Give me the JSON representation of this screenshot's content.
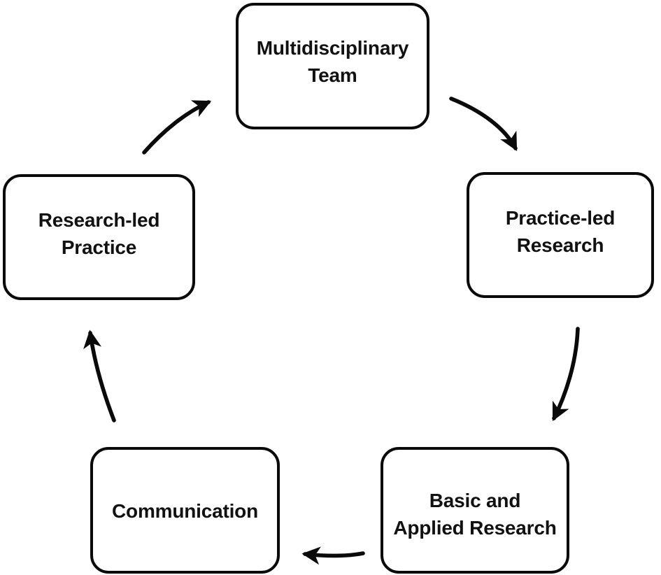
{
  "diagram": {
    "type": "cycle-flow-diagram",
    "title": "",
    "orientation": "clockwise",
    "colors": {
      "stroke": "#0a0a0a",
      "text": "#111111",
      "background": "#ffffff"
    },
    "nodes": [
      {
        "id": "multidisciplinary-team",
        "label": "Multidisciplinary\nTeam",
        "position": "top"
      },
      {
        "id": "practice-led-research",
        "label": "Practice-led\nResearch",
        "position": "right"
      },
      {
        "id": "basic-and-applied-research",
        "label": "Basic and\nApplied Research",
        "position": "bottom-right"
      },
      {
        "id": "communication",
        "label": "Communication",
        "position": "bottom-left"
      },
      {
        "id": "research-led-practice",
        "label": "Research-led\nPractice",
        "position": "left"
      }
    ],
    "edges": [
      {
        "id": "edge-team-to-practice-led",
        "from": "multidisciplinary-team",
        "to": "practice-led-research",
        "style": "curved-arrow",
        "direction": "down-right"
      },
      {
        "id": "edge-practice-led-to-basic-applied",
        "from": "practice-led-research",
        "to": "basic-and-applied-research",
        "style": "curved-arrow",
        "direction": "down-left"
      },
      {
        "id": "edge-basic-applied-to-communication",
        "from": "basic-and-applied-research",
        "to": "communication",
        "style": "straight-arrow",
        "direction": "left"
      },
      {
        "id": "edge-communication-to-research-led",
        "from": "communication",
        "to": "research-led-practice",
        "style": "curved-arrow",
        "direction": "up-left"
      },
      {
        "id": "edge-research-led-to-team",
        "from": "research-led-practice",
        "to": "multidisciplinary-team",
        "style": "curved-arrow",
        "direction": "up-right"
      }
    ]
  }
}
